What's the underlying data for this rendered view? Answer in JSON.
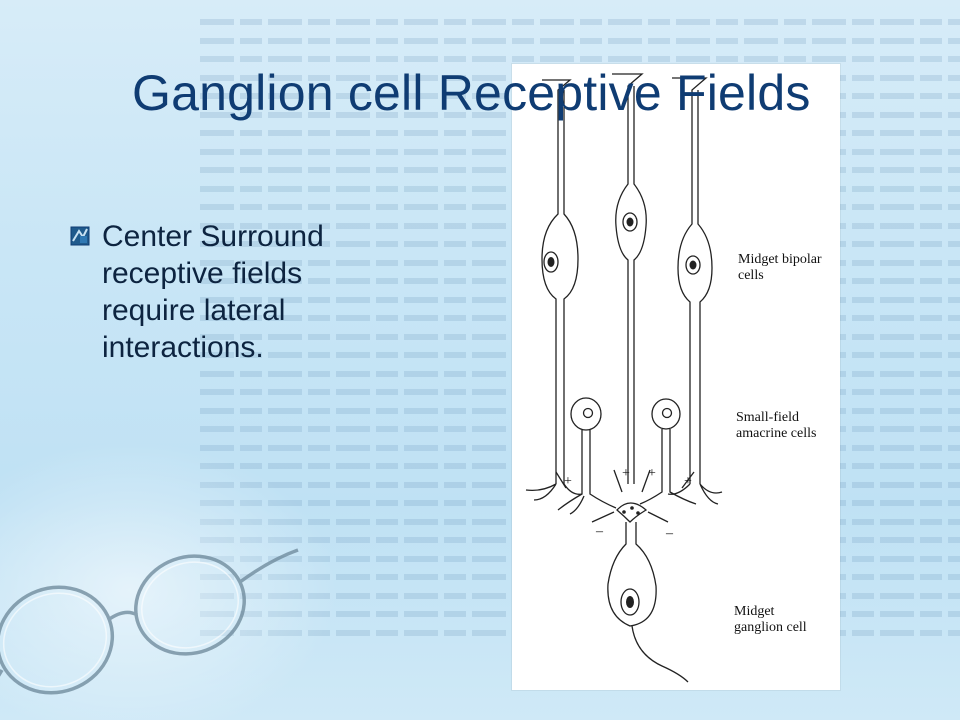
{
  "slide": {
    "title": "Ganglion cell Receptive Fields",
    "bullets": [
      {
        "text": "Center Surround receptive fields require lateral interactions."
      }
    ]
  },
  "figure": {
    "labels": {
      "bipolar": "Midget bipolar\ncells",
      "amacrine": "Small-field\namacrine cells",
      "ganglion": "Midget\nganglion cell"
    },
    "signs": {
      "plus": "+",
      "minus": "–"
    }
  },
  "colors": {
    "title": "#0f3c73",
    "body_text": "#0d2440",
    "background": "#c9e6f6"
  },
  "icons": {
    "bullet": "square-bullet-icon",
    "decor": "eyeglasses-icon"
  }
}
